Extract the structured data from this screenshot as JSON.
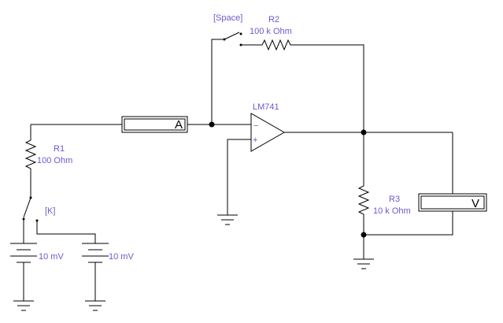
{
  "circuit": {
    "switch_space": {
      "key_label": "[Space]"
    },
    "switch_k": {
      "key_label": "[K]"
    },
    "r1": {
      "name": "R1",
      "value": "100  Ohm"
    },
    "r2": {
      "name": "R2",
      "value": "100 k Ohm"
    },
    "r3": {
      "name": "R3",
      "value": "10 k Ohm"
    },
    "opamp": {
      "name": "LM741",
      "minus": "−",
      "plus": "+"
    },
    "ammeter": {
      "label": "A"
    },
    "voltmeter": {
      "label": "V"
    },
    "battery_left": {
      "value": "10 mV"
    },
    "battery_right": {
      "value": "10 mV"
    }
  }
}
